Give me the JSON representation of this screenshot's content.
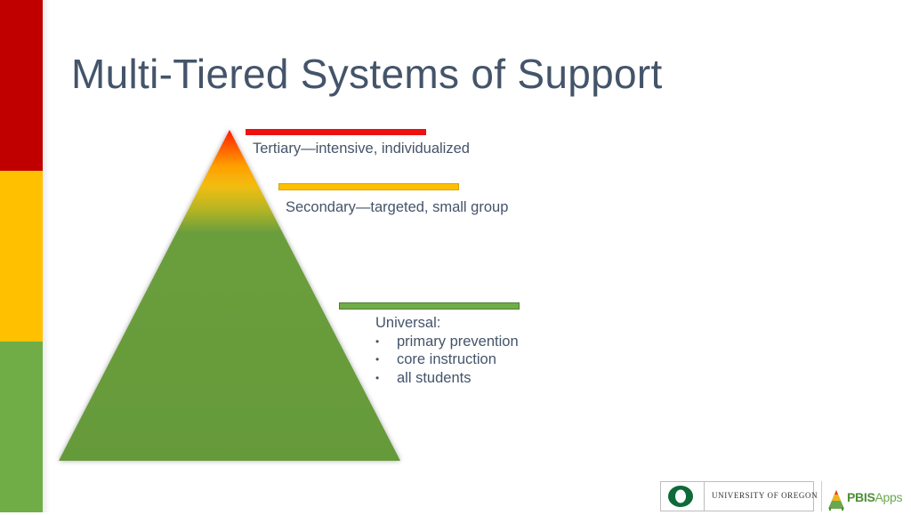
{
  "slide": {
    "title": "Multi-Tiered Systems of Support"
  },
  "tiers": {
    "tertiary": {
      "label": "Tertiary—intensive, individualized",
      "color": "#ee1111"
    },
    "secondary": {
      "label": "Secondary—targeted, small group",
      "color": "#ffc000"
    },
    "universal": {
      "label": "Universal:",
      "color": "#70ad47",
      "bullets": [
        "primary prevention",
        "core instruction",
        "all students"
      ],
      "bullet_glyph": "•"
    }
  },
  "stripe_colors": [
    "#c00000",
    "#ffc000",
    "#70ad47"
  ],
  "footer": {
    "university_text": "UNIVERSITY OF OREGON",
    "university_logo_icon": "uo-o-icon",
    "app_logo_icon": "pbis-apps-icon",
    "app_name_strong": "PBIS",
    "app_name_light": "Apps"
  }
}
